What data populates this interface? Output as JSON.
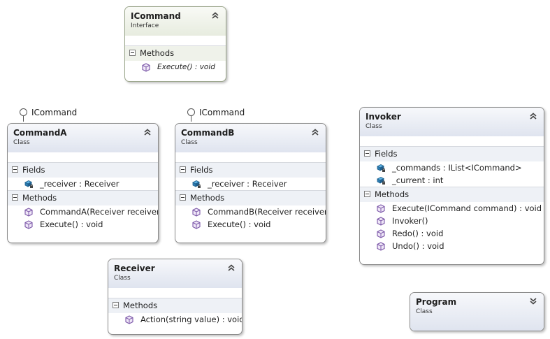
{
  "diagram": {
    "icommand": {
      "name": "ICommand",
      "stereotype": "Interface",
      "collapse_icon": "double-chevron-up",
      "methods_label": "Methods",
      "methods": [
        "Execute() : void"
      ]
    },
    "command_a": {
      "interface_label": "ICommand",
      "name": "CommandA",
      "stereotype": "Class",
      "collapse_icon": "double-chevron-up",
      "fields_label": "Fields",
      "fields": [
        "_receiver : Receiver"
      ],
      "methods_label": "Methods",
      "methods": [
        "CommandA(Receiver receiver)",
        "Execute() : void"
      ]
    },
    "command_b": {
      "interface_label": "ICommand",
      "name": "CommandB",
      "stereotype": "Class",
      "collapse_icon": "double-chevron-up",
      "fields_label": "Fields",
      "fields": [
        "_receiver : Receiver"
      ],
      "methods_label": "Methods",
      "methods": [
        "CommandB(Receiver receiver)",
        "Execute() : void"
      ]
    },
    "invoker": {
      "name": "Invoker",
      "stereotype": "Class",
      "collapse_icon": "double-chevron-up",
      "fields_label": "Fields",
      "fields": [
        "_commands : IList<ICommand>",
        "_current : int"
      ],
      "methods_label": "Methods",
      "methods": [
        "Execute(ICommand command) : void",
        "Invoker()",
        "Redo() : void",
        "Undo() : void"
      ]
    },
    "receiver": {
      "name": "Receiver",
      "stereotype": "Class",
      "collapse_icon": "double-chevron-up",
      "methods_label": "Methods",
      "methods": [
        "Action(string value) : void"
      ]
    },
    "program": {
      "name": "Program",
      "stereotype": "Class",
      "collapse_icon": "double-chevron-down"
    }
  },
  "icons": {
    "method": "method-cube-icon",
    "field": "private-field-icon",
    "section_toggle": "minus-box-icon"
  },
  "colors": {
    "header_class": "#dfe4ef",
    "header_interface": "#e7ecdf",
    "method_icon": "#7b57a8",
    "field_icon": "#2f7fb5"
  }
}
